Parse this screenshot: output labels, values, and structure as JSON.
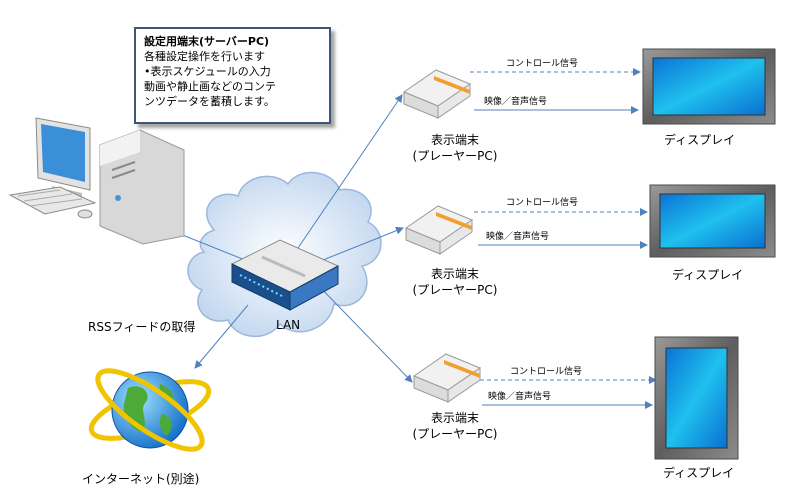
{
  "callout": {
    "title": "設定用端末(サーバーPC)",
    "line1": "各種設定操作を行います",
    "line2": "•表示スケジュールの入力",
    "line3": "動画や静止画などのコンテ",
    "line4": "ンツデータを蓄積します。"
  },
  "lan_label": "LAN",
  "rss_label": "RSSフィードの取得",
  "internet_label": "インターネット(別途)",
  "players": [
    {
      "name": "表示端末",
      "sub": "(プレーヤーPC)",
      "control": "コントロール信号",
      "av": "映像／音声信号",
      "display": "ディスプレイ"
    },
    {
      "name": "表示端末",
      "sub": "(プレーヤーPC)",
      "control": "コントロール信号",
      "av": "映像／音声信号",
      "display": "ディスプレイ"
    },
    {
      "name": "表示端末",
      "sub": "(プレーヤーPC)",
      "control": "コントロール信号",
      "av": "映像／音声信号",
      "display": "ディスプレイ"
    }
  ],
  "colors": {
    "line": "#4f81bd",
    "callout_border": "#3b5676",
    "screen": "#1ab0e8",
    "frame": "#707070"
  }
}
